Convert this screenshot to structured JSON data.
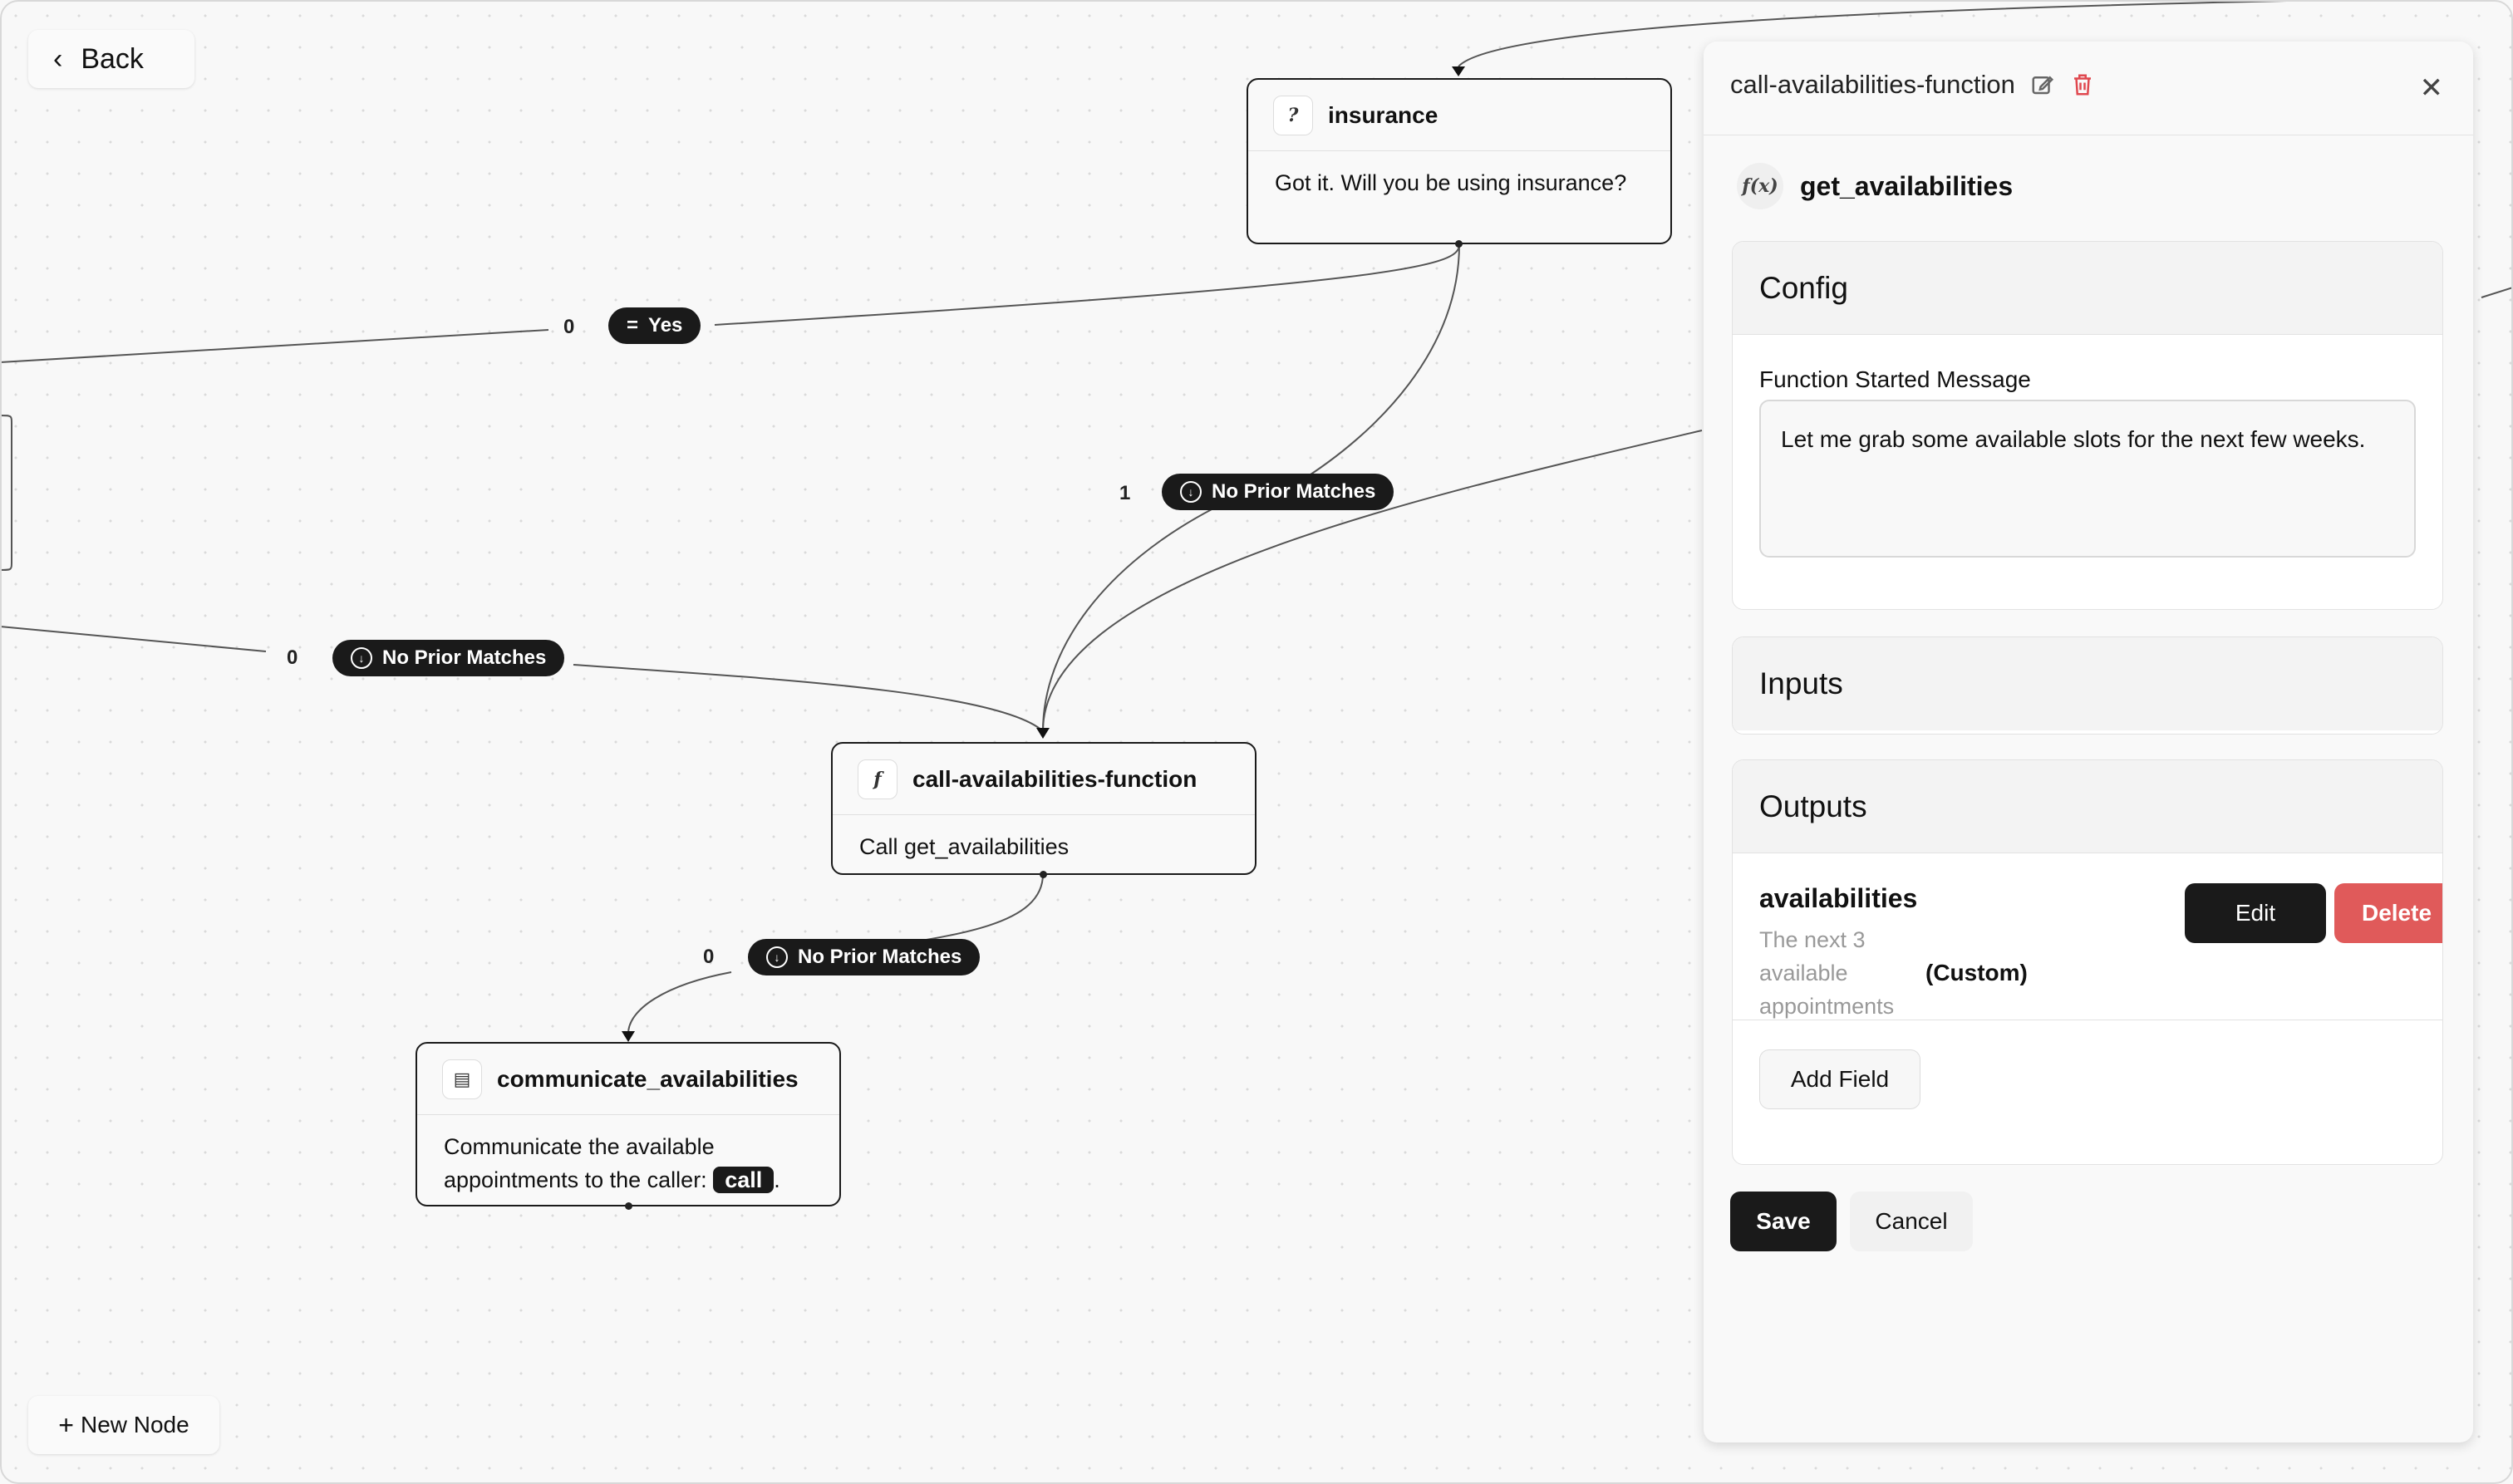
{
  "nav": {
    "back_label": "Back",
    "new_node_label": "New Node"
  },
  "nodes": {
    "insurance": {
      "title": "insurance",
      "body": "Got it. Will you be using insurance?",
      "icon": "question-bubble-icon"
    },
    "call_fn": {
      "title": "call-availabilities-function",
      "body": "Call get_availabilities",
      "icon": "function-icon"
    },
    "communicate": {
      "title": "communicate_availabilities",
      "body_prefix": "Communicate the available appointments to the caller:",
      "chip": "call",
      "body_suffix": ".",
      "icon": "chat-bubble-icon"
    }
  },
  "edges": {
    "yes": {
      "index": "0",
      "label": "Yes",
      "icon": "equals-icon"
    },
    "no_prior_top": {
      "index": "1",
      "label": "No Prior Matches",
      "icon": "arrow-down-circle-icon"
    },
    "no_prior_left": {
      "index": "0",
      "label": "No Prior Matches",
      "icon": "arrow-down-circle-icon"
    },
    "no_prior_bottom": {
      "index": "0",
      "label": "No Prior Matches",
      "icon": "arrow-down-circle-icon"
    }
  },
  "panel": {
    "title": "call-availabilities-function",
    "function_name": "get_availabilities",
    "config": {
      "header": "Config",
      "field_label": "Function Started Message",
      "field_value": "Let me grab some available slots for the next few weeks."
    },
    "inputs": {
      "header": "Inputs"
    },
    "outputs": {
      "header": "Outputs",
      "items": [
        {
          "name": "availabilities",
          "description": "The next 3 available appointments",
          "type": "(Custom)"
        }
      ],
      "edit_label": "Edit",
      "delete_label": "Delete",
      "add_field_label": "Add Field"
    },
    "save_label": "Save",
    "cancel_label": "Cancel"
  },
  "colors": {
    "accent": "#1a1a1a",
    "danger": "#e05a5a",
    "canvas": "#f8f8f8"
  }
}
